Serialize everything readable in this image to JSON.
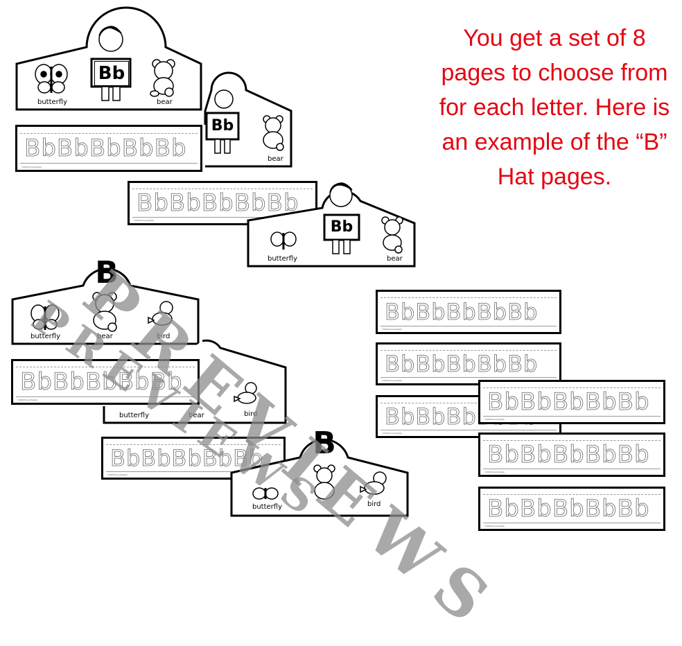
{
  "promo_text": "You get a set of 8 pages to choose from for each letter. Here is an example of the “B” Hat pages.",
  "trace_text": "BbBbBbBbBb",
  "badge_text": "Bb",
  "big_letter": "B",
  "labels": {
    "butterfly": "butterfly",
    "bear": "bear",
    "bird": "bird"
  },
  "copyright": "©2020PrimaryPigtails",
  "watermark": "PREVIEWS",
  "colors": {
    "promo": "#e30613",
    "watermark": "#8c8c8c"
  }
}
